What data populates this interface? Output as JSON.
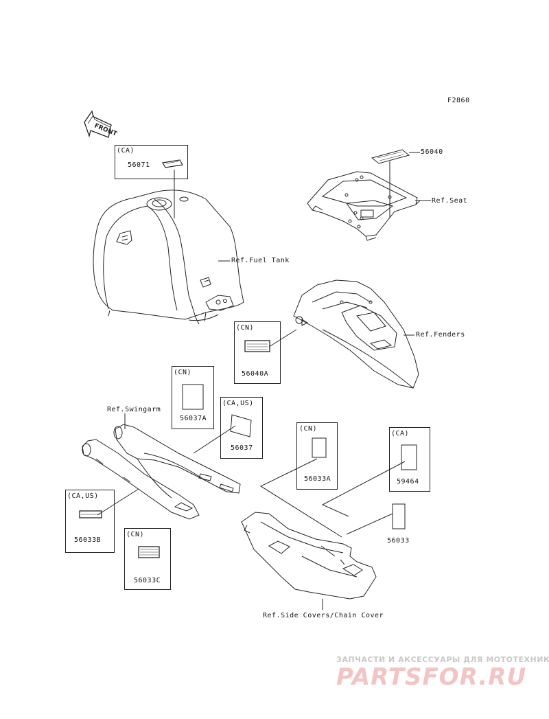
{
  "figure_code": "F2860",
  "front_arrow_label": "FRONT",
  "callouts": {
    "box_56071": {
      "region": "(CA)",
      "part": "56071"
    },
    "box_56040A": {
      "region": "(CN)",
      "part": "56040A"
    },
    "box_56037A": {
      "region": "(CN)",
      "part": "56037A"
    },
    "box_56037": {
      "region": "(CA,US)",
      "part": "56037"
    },
    "box_56033A": {
      "region": "(CN)",
      "part": "56033A"
    },
    "box_59464": {
      "region": "(CA)",
      "part": "59464"
    },
    "box_56033B": {
      "region": "(CA,US)",
      "part": "56033B"
    },
    "box_56033C": {
      "region": "(CN)",
      "part": "56033C"
    },
    "part_56040": "56040",
    "part_56033": "56033"
  },
  "references": {
    "seat": "Ref.Seat",
    "fuel_tank": "Ref.Fuel Tank",
    "fenders": "Ref.Fenders",
    "swingarm": "Ref.Swingarm",
    "side_covers": "Ref.Side Covers/Chain Cover"
  },
  "watermark": {
    "tagline": "ЗАПЧАСТИ И АКСЕССУАРЫ ДЛЯ МОТОТЕХНИКИ",
    "brand": "PARTSFOR.RU",
    "tagline_color": "#c8c8c8",
    "brand_color": "#f2c4c4"
  }
}
